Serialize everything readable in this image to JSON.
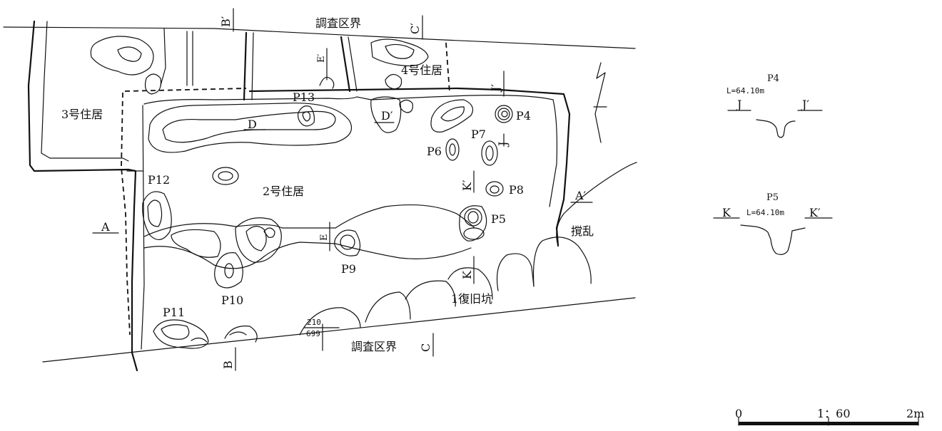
{
  "survey_boundary_top": "調査区界",
  "survey_boundary_bottom": "調査区界",
  "dwellings": {
    "house2": "2号住居",
    "house3": "3号住居",
    "house4": "4号住居"
  },
  "features": {
    "restoration_pit": "1復旧坑",
    "disturbance": "撹乱"
  },
  "pits": {
    "p4": "P4",
    "p5": "P5",
    "p6": "P6",
    "p7": "P7",
    "p8": "P8",
    "p9": "P9",
    "p10": "P10",
    "p11": "P11",
    "p12": "P12",
    "p13": "P13"
  },
  "section_marks": {
    "A": "A",
    "A_prime": "A′",
    "B": "B",
    "B_prime": "B′",
    "C": "C",
    "C_prime": "C′",
    "D": "D",
    "D_prime": "D′",
    "E": "E",
    "E_prime": "E′",
    "J": "J",
    "J_prime": "J′",
    "K": "K",
    "K_prime": "K′"
  },
  "grid_point": {
    "upper": "210",
    "lower": "699"
  },
  "sections": {
    "p4": {
      "title": "P4",
      "level": "L=64.10m",
      "left": "J",
      "right": "J′"
    },
    "p5": {
      "title": "P5",
      "level": "L=64.10m",
      "left": "K",
      "right": "K′"
    }
  },
  "scale_bar": {
    "start": "0",
    "ratio": "1：60",
    "end": "2m"
  }
}
